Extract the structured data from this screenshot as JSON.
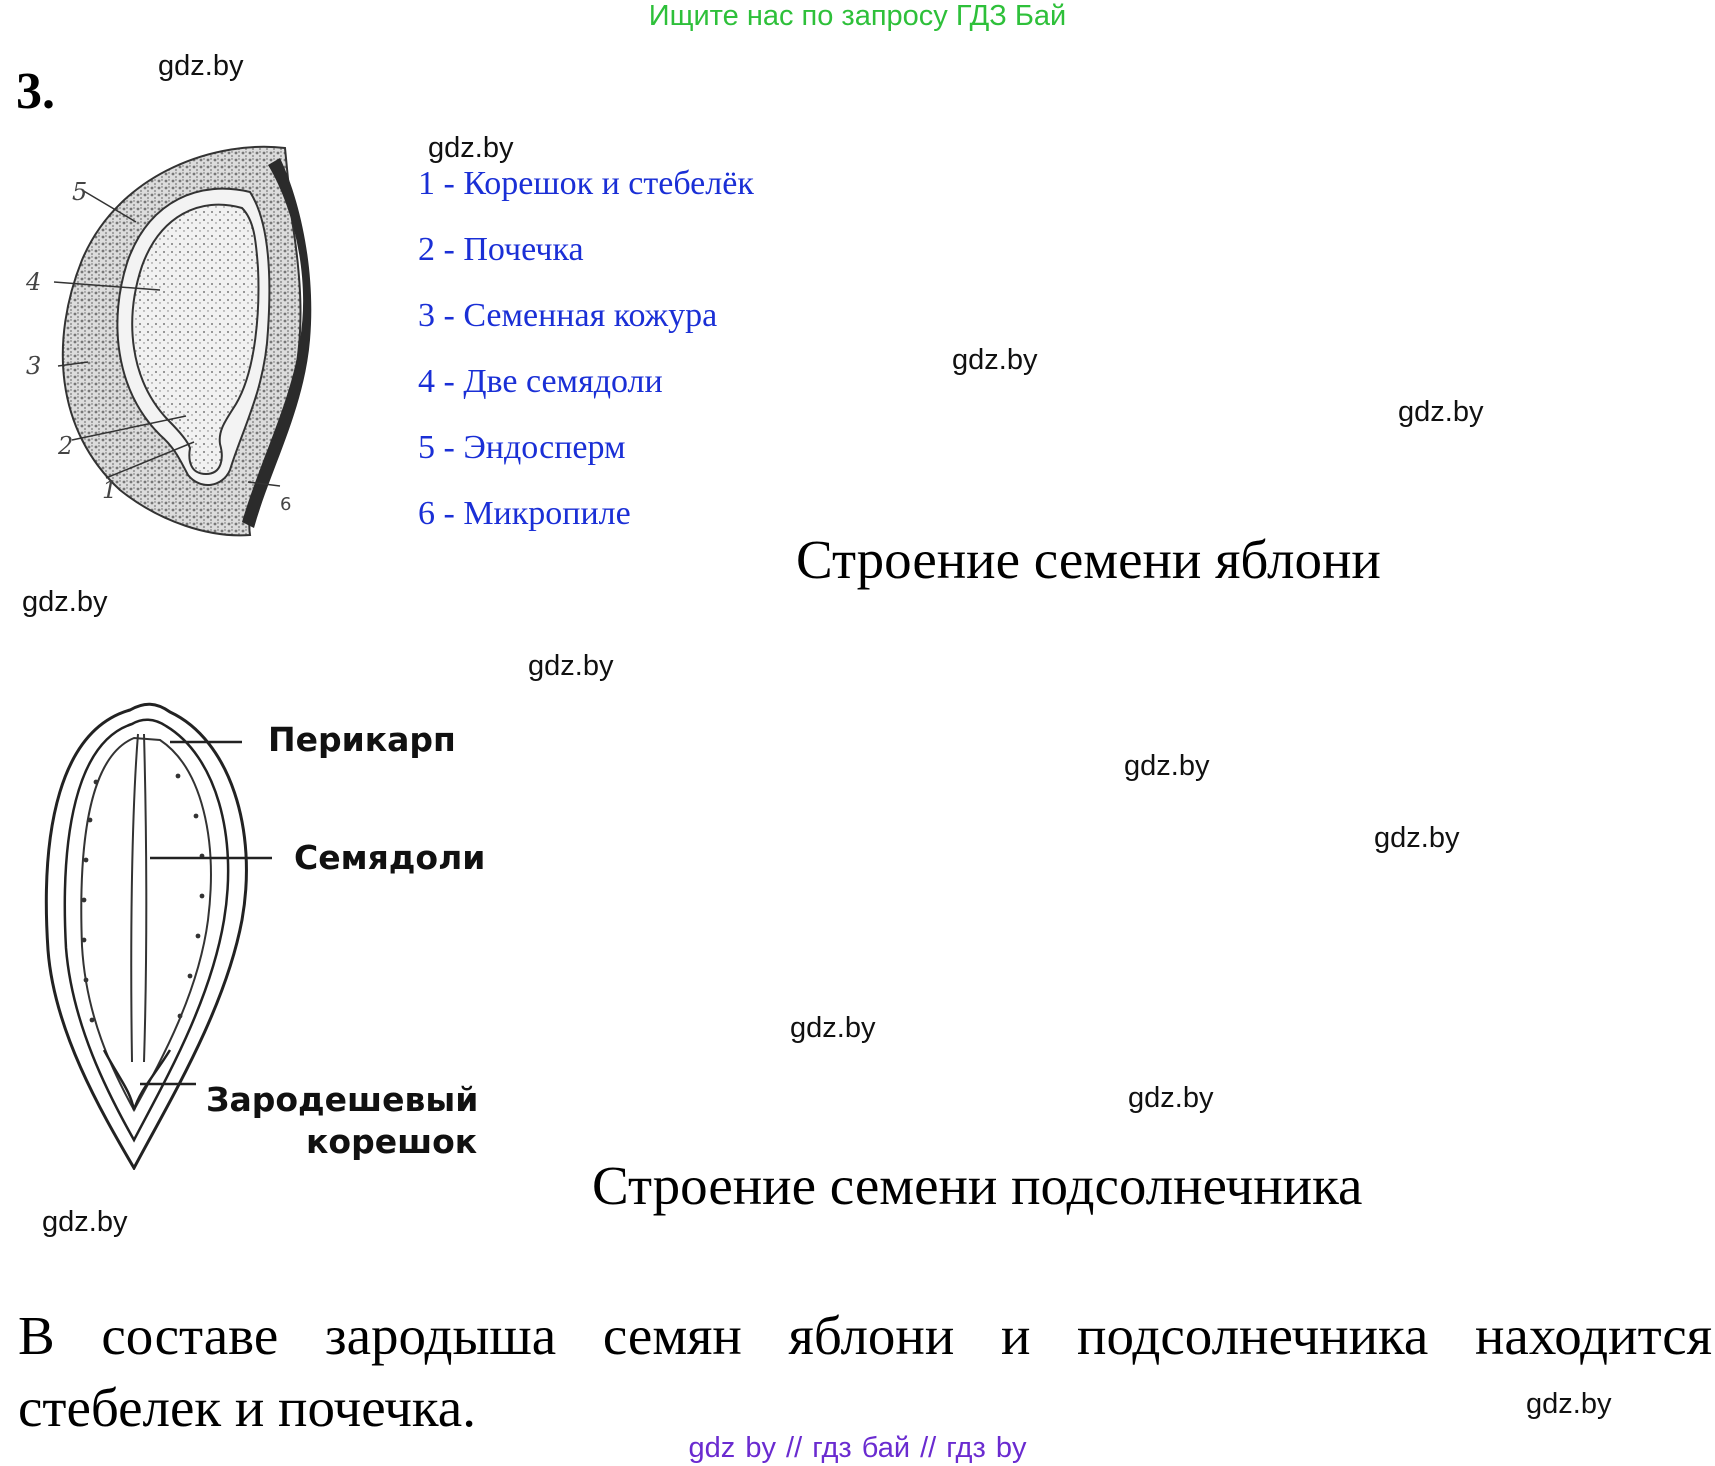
{
  "banner": "Ищите нас по запросу ГДЗ Бай",
  "task_number": "3.",
  "watermark": "gdz.by",
  "apple_diagram": {
    "callouts": [
      "5",
      "4",
      "3",
      "2",
      "1",
      "6"
    ]
  },
  "legend": [
    "1 - Корешок и стебелёк",
    "2 - Почечка",
    "3 - Семенная кожура",
    "4 - Две семядоли",
    "5 - Эндосперм",
    "6 - Микропиле"
  ],
  "apple_title": "Строение семени яблони",
  "sunflower_labels": {
    "pericarp": "Перикарп",
    "cotyledons": "Семядоли",
    "radicle_line1": "Зародешевый",
    "radicle_line2": "корешок"
  },
  "sunflower_title": "Строение семени подсолнечника",
  "conclusion": {
    "line1": "В составе зародыша семян яблони и подсолнечника находится",
    "line2": "стебелек и почечка."
  },
  "footer": "gdz by  //  гдз бай  //  гдз by"
}
